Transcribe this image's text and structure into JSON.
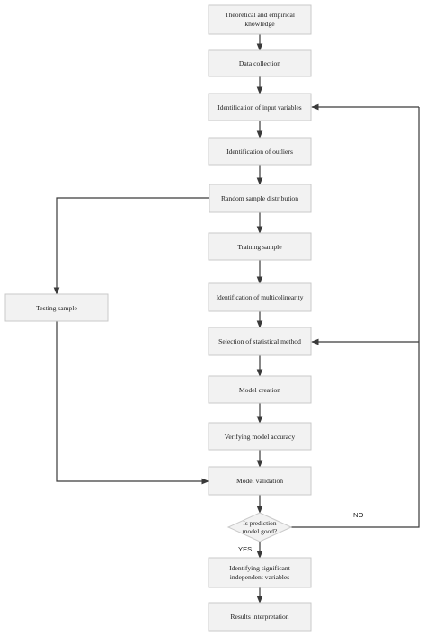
{
  "steps": {
    "theory": [
      "Theoretical and empirical",
      "knowledge"
    ],
    "data_collection": "Data collection",
    "input_vars": "Identification of input variables",
    "outliers": "Identification of outliers",
    "random_dist": "Random sample distribution",
    "training": "Training sample",
    "multicollinearity": "Identification of multicolinearity",
    "stat_method": "Selection of statistical method",
    "model_creation": "Model creation",
    "verify": "Verifying model accuracy",
    "validation": "Model validation",
    "identify_vars": [
      "Identifying significant",
      "independent variables"
    ],
    "results": "Results interpretation",
    "testing": "Testing sample"
  },
  "decision": [
    "Is prediction",
    "model good?"
  ],
  "branches": {
    "yes": "YES",
    "no": "NO"
  },
  "colors": {
    "box_fill": "#f2f2f2",
    "box_stroke": "#c9c9c9",
    "line": "#3a3a3a"
  }
}
